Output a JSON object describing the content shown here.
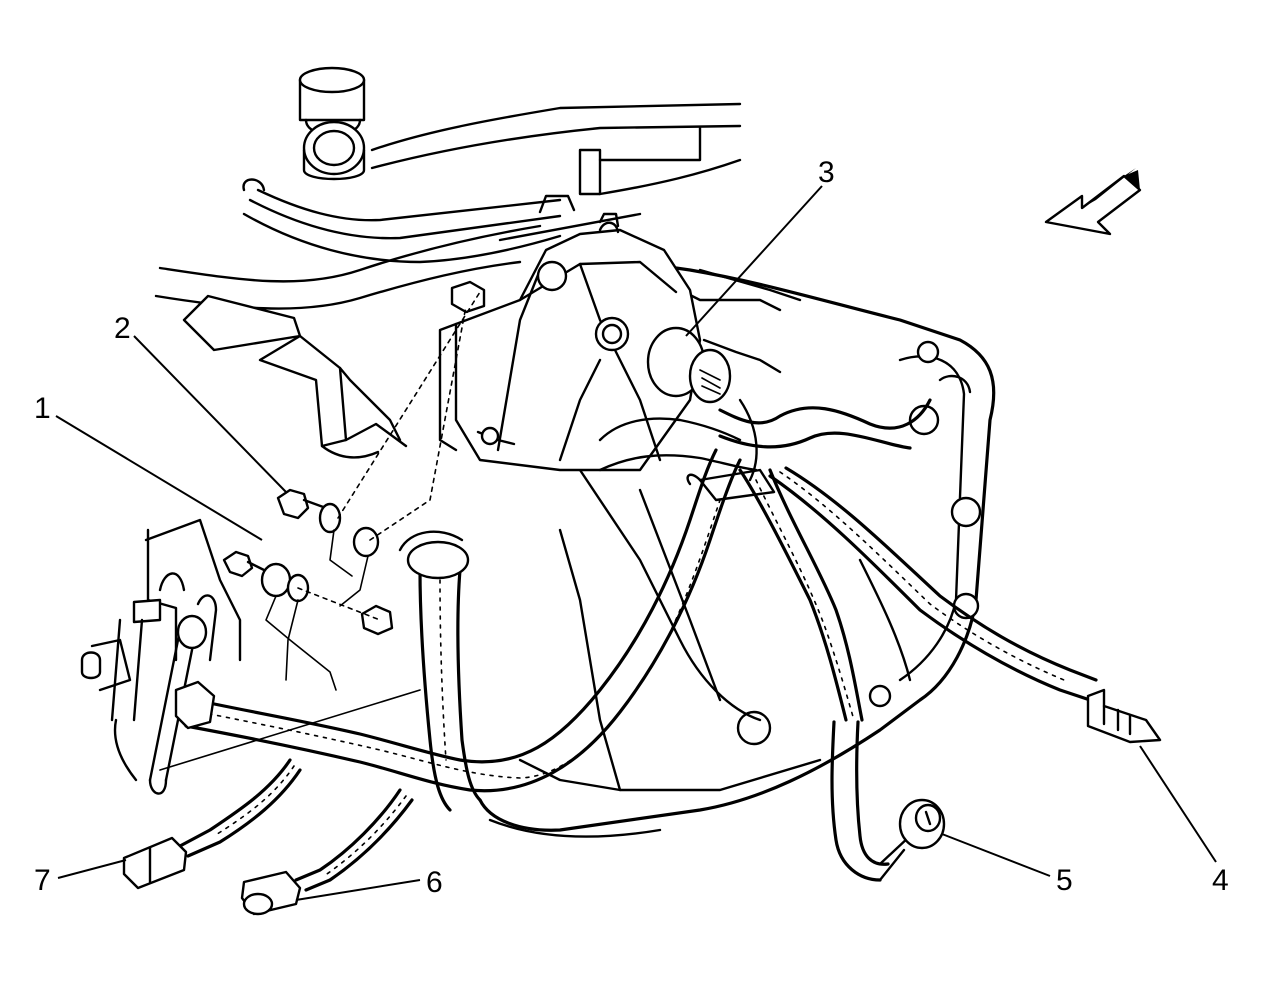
{
  "callouts": [
    {
      "id": "1",
      "label": "1"
    },
    {
      "id": "2",
      "label": "2"
    },
    {
      "id": "3",
      "label": "3"
    },
    {
      "id": "4",
      "label": "4"
    },
    {
      "id": "5",
      "label": "5"
    },
    {
      "id": "6",
      "label": "6"
    },
    {
      "id": "7",
      "label": "7"
    }
  ],
  "icons": {
    "view_arrow": "direction-arrow-icon"
  }
}
